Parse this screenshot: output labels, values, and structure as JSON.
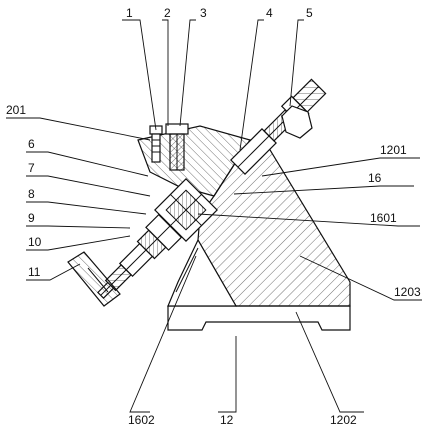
{
  "drawing": {
    "labels": {
      "l1": "1",
      "l2": "2",
      "l3": "3",
      "l4": "4",
      "l5": "5",
      "l201": "201",
      "l6": "6",
      "l7": "7",
      "l8": "8",
      "l9": "9",
      "l10": "10",
      "l11": "11",
      "l1201": "1201",
      "l16": "16",
      "l1601": "1601",
      "l1203": "1203",
      "l1602": "1602",
      "l12": "12",
      "l1202": "1202"
    }
  }
}
